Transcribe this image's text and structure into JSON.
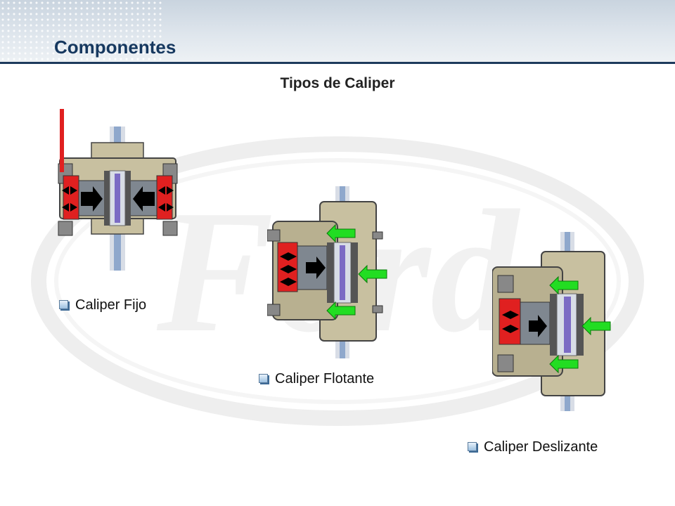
{
  "title": "Componentes",
  "subtitle": "Tipos de Caliper",
  "watermark_text": "Ford",
  "captions": {
    "fijo": "Caliper Fijo",
    "flotante": "Caliper Flotante",
    "deslizante": "Caliper Deslizante"
  },
  "colors": {
    "title": "#16385f",
    "header_line": "#1d3a5c",
    "hydraulic_fluid": "#e02020",
    "force_arrow": "#22dd22",
    "caliper_body": "#c8c0a0"
  }
}
